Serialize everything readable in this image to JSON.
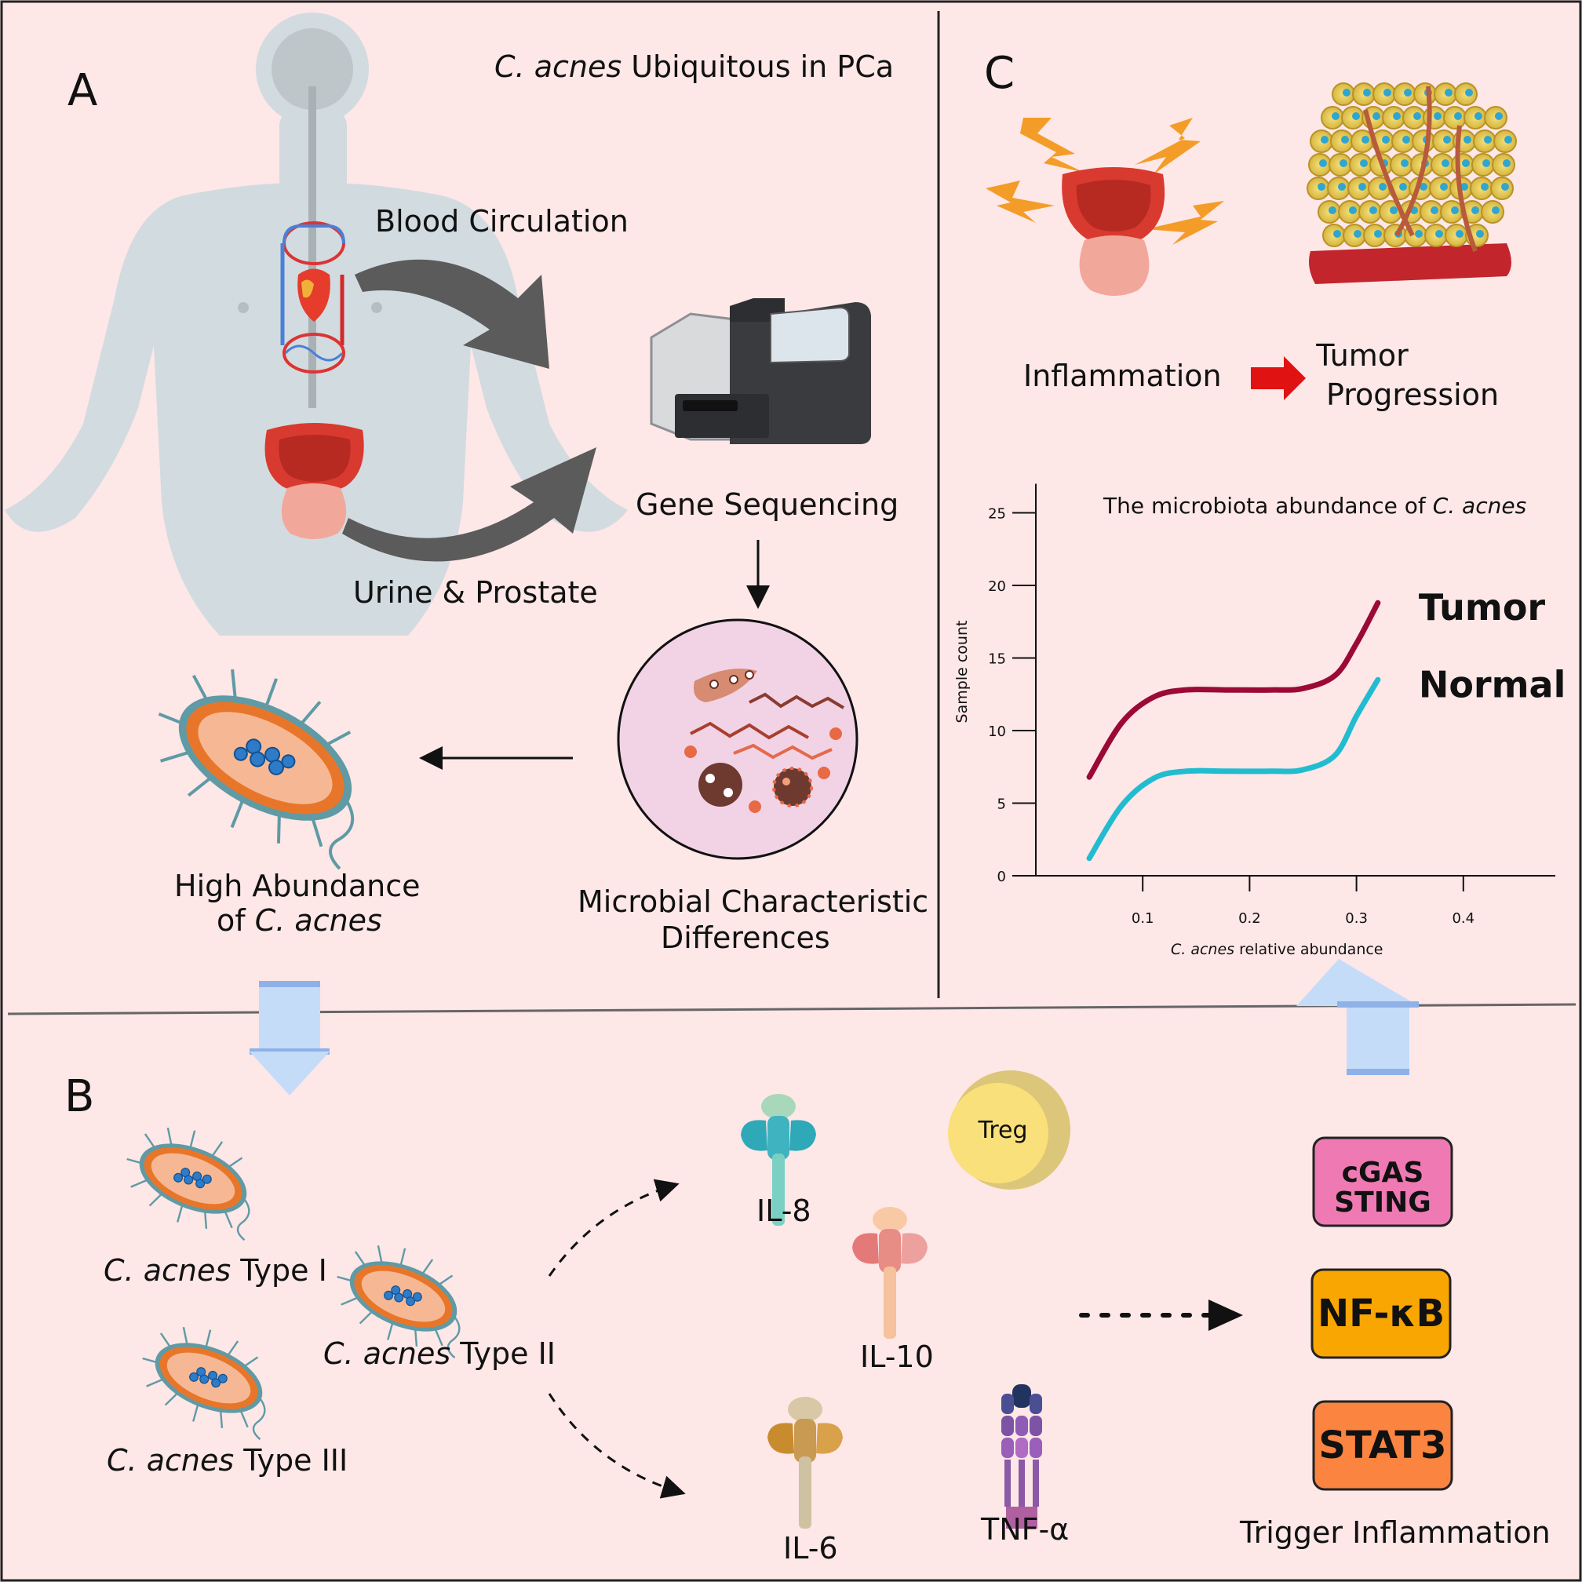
{
  "panels": {
    "a": {
      "letter": "A",
      "title_italic": "C. acnes",
      "title_rest": " Ubiquitous in PCa",
      "blood_circulation": "Blood Circulation",
      "urine_prostate": "Urine & Prostate",
      "gene_sequencing": "Gene Sequencing",
      "microbial_line1": "Microbial Characteristic",
      "microbial_line2": "Differences",
      "high_abundance_line1": "High Abundance",
      "high_abundance_of": "of ",
      "high_abundance_italic": "C. acnes"
    },
    "b": {
      "letter": "B",
      "type1_italic": "C. acnes",
      "type1_rest": " Type I",
      "type2_italic": "C. acnes",
      "type2_rest": " Type II",
      "type3_italic": "C. acnes",
      "type3_rest": " Type III",
      "il8": "IL-8",
      "il10": "IL-10",
      "il6": "IL-6",
      "tnf": "TNF-α",
      "treg": "Treg",
      "box1_line1": "cGAS",
      "box1_line2": "STING",
      "box2": "NF-κB",
      "box3": "STAT3",
      "trigger": "Trigger Inflammation"
    },
    "c": {
      "letter": "C",
      "inflammation": "Inflammation",
      "tumor_line1": "Tumor",
      "tumor_line2": "Progression"
    }
  },
  "colors": {
    "background": "#fde7e7",
    "tumor_line": "#9b0a35",
    "normal_line": "#22bcd0",
    "box_cgas": "#ee79b3",
    "box_nfkb": "#f9a603",
    "box_stat3": "#fb8440",
    "blue_arrow": "#c5dcf9",
    "red_arrow": "#e01212"
  },
  "chart_data": {
    "type": "line",
    "title_rest": "The microbiota abundance of ",
    "title_italic": "C. acnes",
    "xlabel_italic": "C. acnes",
    "xlabel_rest": " relative abundance",
    "ylabel": "Sample count",
    "xlim": [
      0,
      0.5
    ],
    "ylim": [
      0,
      27
    ],
    "xticks": [
      0.1,
      0.2,
      0.3,
      0.4
    ],
    "yticks": [
      0,
      5,
      10,
      15,
      20,
      25
    ],
    "grid": false,
    "legend": "right (labels at line ends)",
    "series": [
      {
        "name": "Tumor",
        "color": "#9b0a35",
        "x": [
          0.05,
          0.08,
          0.11,
          0.14,
          0.18,
          0.22,
          0.25,
          0.28,
          0.3,
          0.32
        ],
        "y": [
          6.8,
          10.5,
          12.3,
          12.8,
          12.8,
          12.8,
          12.9,
          13.8,
          16.0,
          18.8
        ]
      },
      {
        "name": "Normal",
        "color": "#22bcd0",
        "x": [
          0.05,
          0.08,
          0.11,
          0.14,
          0.18,
          0.22,
          0.25,
          0.28,
          0.3,
          0.32
        ],
        "y": [
          1.2,
          4.8,
          6.7,
          7.2,
          7.2,
          7.2,
          7.3,
          8.3,
          11.0,
          13.5
        ]
      }
    ]
  }
}
